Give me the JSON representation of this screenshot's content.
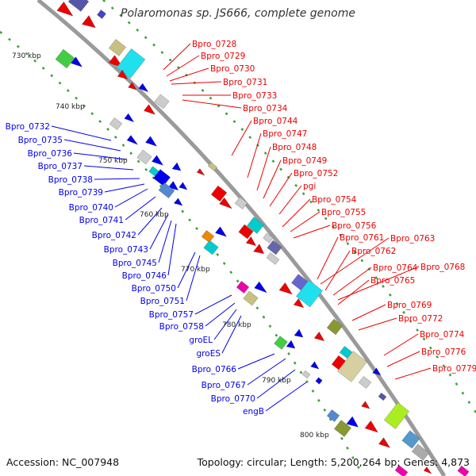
{
  "title": "Polaromonas sp. JS666, complete genome",
  "footer": {
    "accession": "Accession: NC_007948",
    "topology": "Topology: circular; Length: 5,200,264 bp; Genes: 4,873"
  },
  "colors": {
    "left_label": "#0000ee",
    "right_label": "#ee0000",
    "backbone": "#9a9a9a",
    "tick": "#3aa03a"
  },
  "ruler": [
    "730 kbp",
    "740 kbp",
    "750 kbp",
    "760 kbp",
    "770 kbp",
    "780 kbp",
    "790 kbp",
    "800 kbp"
  ],
  "left_labels": [
    "Bpro_0732",
    "Bpro_0735",
    "Bpro_0736",
    "Bpro_0737",
    "Bpro_0738",
    "Bpro_0739",
    "Bpro_0740",
    "Bpro_0741",
    "Bpro_0742",
    "Bpro_0743",
    "Bpro_0745",
    "Bpro_0746",
    "Bpro_0750",
    "Bpro_0751",
    "Bpro_0757",
    "Bpro_0758",
    "groEL",
    "groES",
    "Bpro_0766",
    "Bpro_0767",
    "Bpro_0770",
    "engB"
  ],
  "right_labels": [
    "Bpro_0728",
    "Bpro_0729",
    "Bpro_0730",
    "Bpro_0731",
    "Bpro_0733",
    "Bpro_0734",
    "Bpro_0744",
    "Bpro_0747",
    "Bpro_0748",
    "Bpro_0749",
    "Bpro_0752",
    "pgi",
    "Bpro_0754",
    "Bpro_0755",
    "Bpro_0756",
    "Bpro_0761",
    "Bpro_0763",
    "Bpro_0762",
    "Bpro_0764",
    "Bpro_0768",
    "Bpro_0765",
    "Bpro_0769",
    "Bpro_0772",
    "Bpro_0774",
    "Bpro_0776",
    "Bpro_0779"
  ]
}
